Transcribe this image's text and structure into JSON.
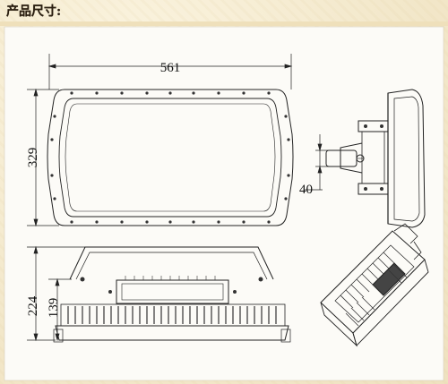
{
  "header": {
    "title": "产品尺寸:"
  },
  "dimensions": {
    "width": "561",
    "height": "329",
    "bracket_gap": "40",
    "side_height": "224",
    "fin_height": "139"
  },
  "colors": {
    "background": "#f6efd9",
    "panel": "#fdfdfb",
    "line": "#222222",
    "header_band": "#f0e4c2"
  }
}
